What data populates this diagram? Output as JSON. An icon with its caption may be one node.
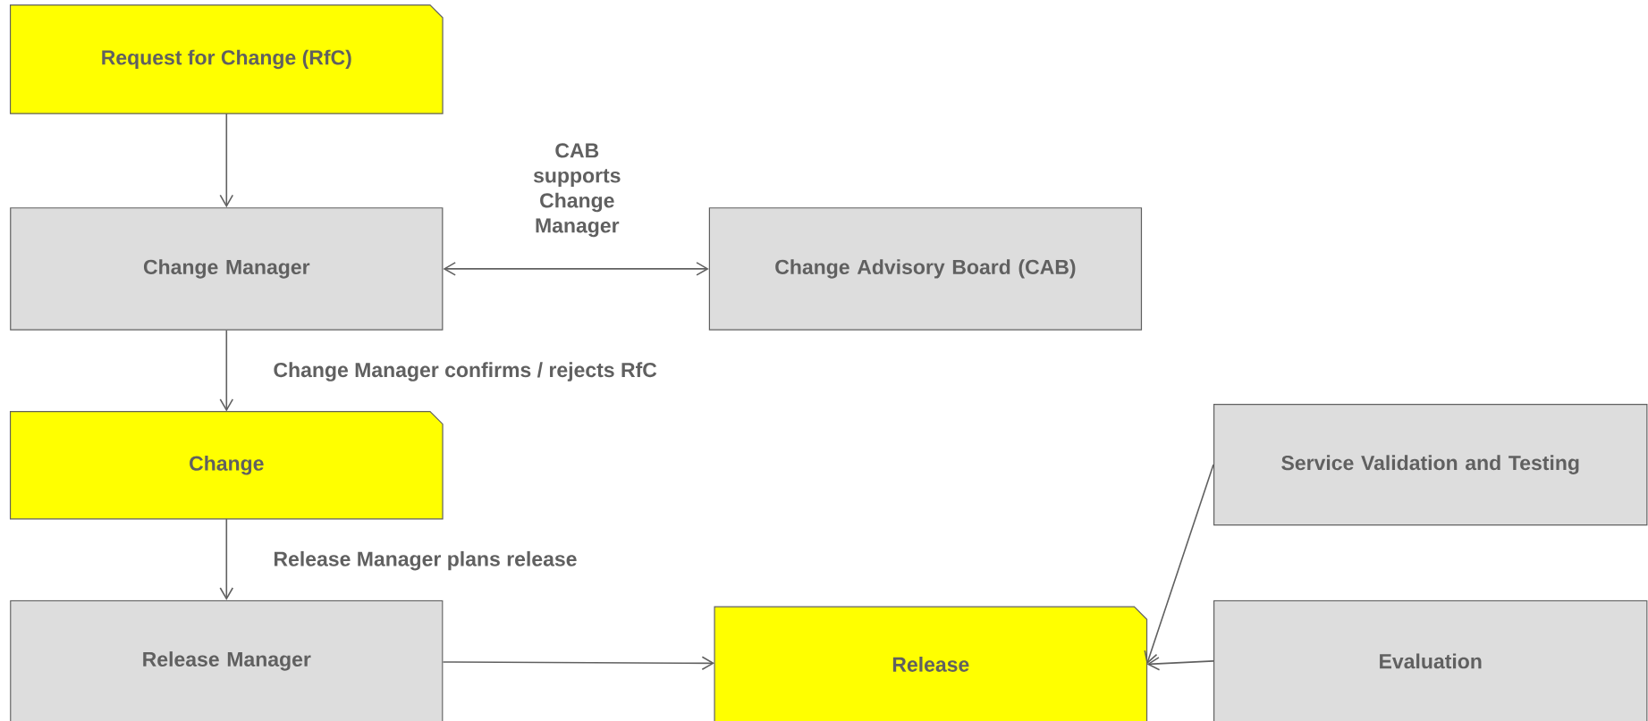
{
  "diagram": {
    "nodes": [
      {
        "text": [
          "Request for Change (RfC)"
        ]
      },
      {
        "text": [
          "Change Manager"
        ]
      },
      {
        "text": [
          "Change Advisory Board (CAB)"
        ]
      },
      {
        "text": [
          "Change"
        ]
      },
      {
        "text": [
          "Release Manager"
        ]
      },
      {
        "text": [
          "Release"
        ]
      },
      {
        "text": [
          "Service Validation and Testing"
        ]
      },
      {
        "text": [
          "Evaluation"
        ]
      }
    ],
    "edges": [
      {
        "from": 0,
        "to": 1,
        "arrow": "to"
      },
      {
        "from": 1,
        "to": 2,
        "arrow": "both",
        "label": "CAB supports Change Manager"
      },
      {
        "from": 1,
        "to": 3,
        "arrow": "to",
        "label": "Change Manager confirms / rejects RfC"
      },
      {
        "from": 3,
        "to": 4,
        "arrow": "to",
        "label": "Release Manager plans release"
      },
      {
        "from": 4,
        "to": 5,
        "arrow": "to"
      },
      {
        "from": 6,
        "to": 5,
        "arrow": "to"
      },
      {
        "from": 7,
        "to": 5,
        "arrow": "to"
      }
    ]
  }
}
